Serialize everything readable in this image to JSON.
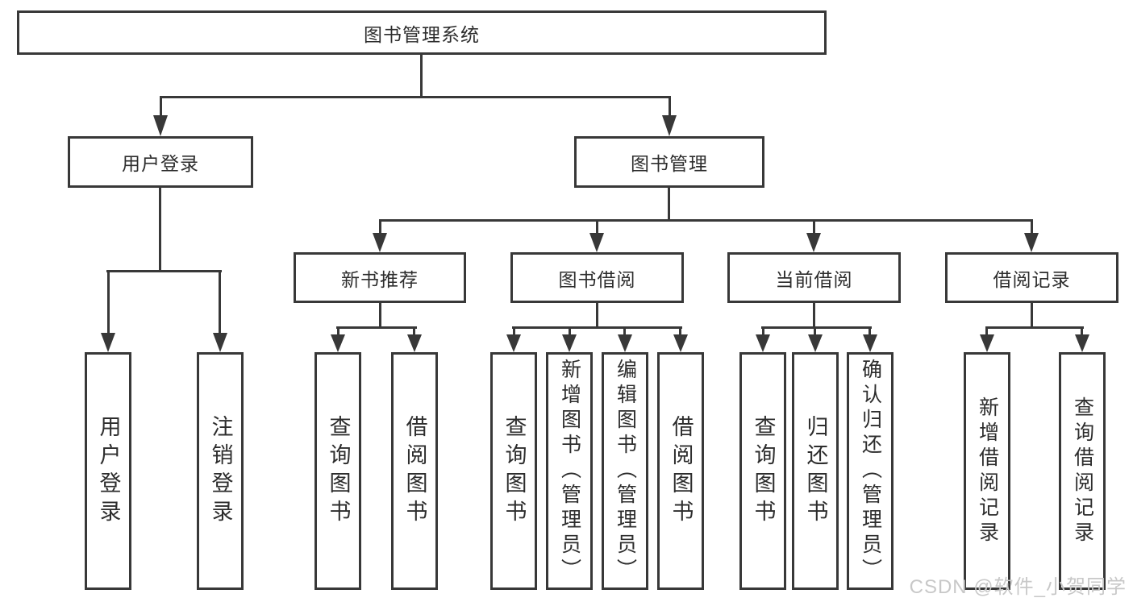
{
  "diagram": {
    "type": "hierarchy-tree",
    "root": {
      "label": "图书管理系统"
    },
    "level2": [
      {
        "id": "user-login",
        "label": "用户登录"
      },
      {
        "id": "book-management",
        "label": "图书管理"
      }
    ],
    "level3": [
      {
        "id": "new-book-recommend",
        "label": "新书推荐",
        "parent": "book-management"
      },
      {
        "id": "book-borrowing",
        "label": "图书借阅",
        "parent": "book-management"
      },
      {
        "id": "current-borrowing",
        "label": "当前借阅",
        "parent": "book-management"
      },
      {
        "id": "borrowing-records",
        "label": "借阅记录",
        "parent": "book-management"
      }
    ],
    "leaves": {
      "user_login": [
        {
          "label": "用户登录"
        },
        {
          "label": "注销登录"
        }
      ],
      "new_book_recommend": [
        {
          "label": "查询图书"
        },
        {
          "label": "借阅图书"
        }
      ],
      "book_borrowing": [
        {
          "label": "查询图书"
        },
        {
          "label": "新增图书（管理员）"
        },
        {
          "label": "编辑图书（管理员）"
        },
        {
          "label": "借阅图书"
        }
      ],
      "current_borrowing": [
        {
          "label": "查询图书"
        },
        {
          "label": "归还图书"
        },
        {
          "label": "确认归还（管理员）"
        }
      ],
      "borrowing_records": [
        {
          "label": "新增借阅记录"
        },
        {
          "label": "查询借阅记录"
        }
      ]
    }
  },
  "watermark": {
    "text": "CSDN @软件_小贺同学"
  },
  "colors": {
    "line": "#383838",
    "text": "#2d2d2d",
    "watermark": "#c8c8c8",
    "background": "#ffffff"
  }
}
